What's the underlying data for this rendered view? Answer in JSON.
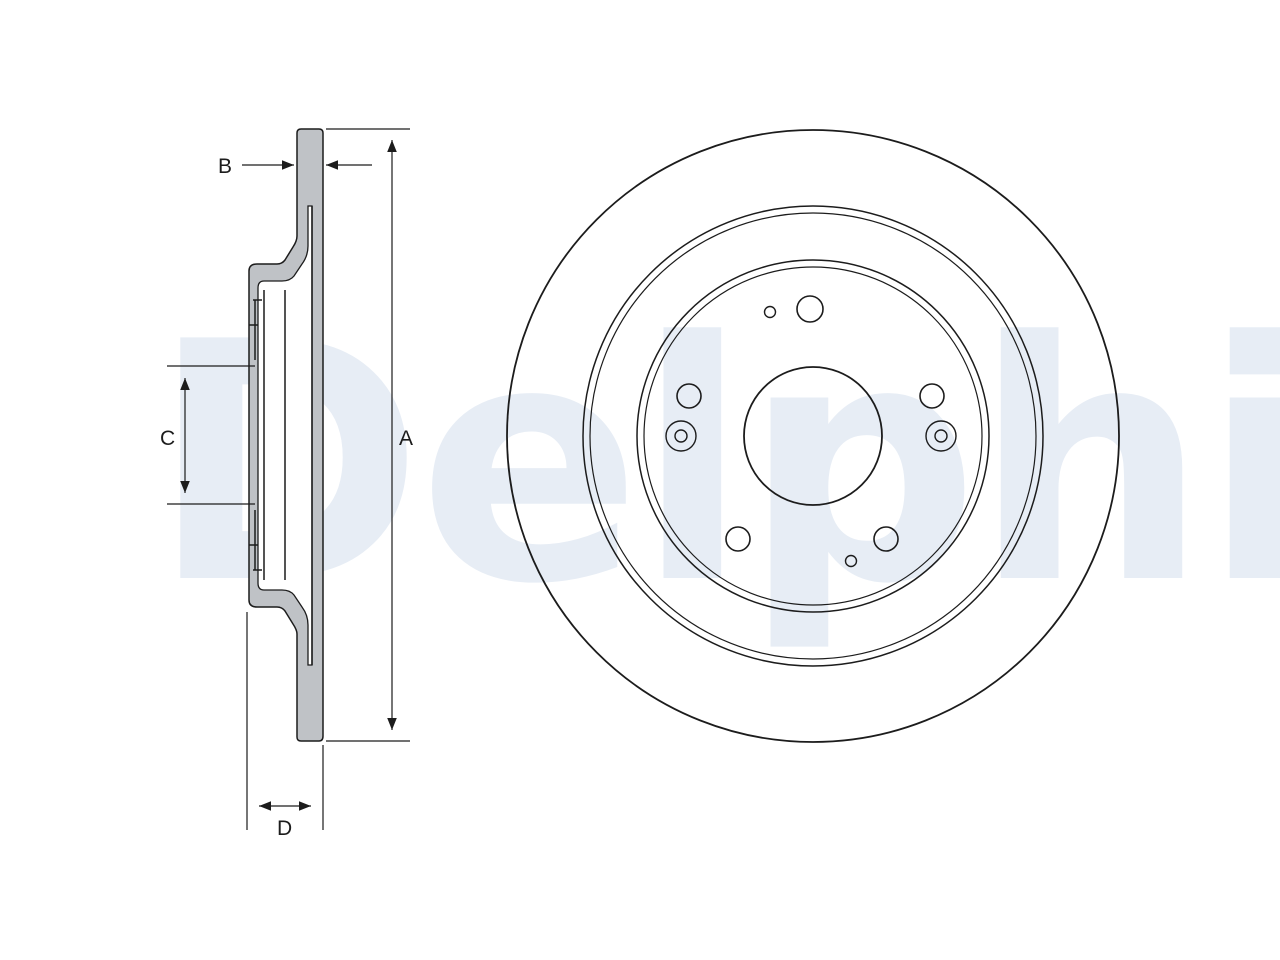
{
  "watermark": {
    "text": "Delphi",
    "color": "#e7edf5"
  },
  "dimensions": {
    "a": "A",
    "b": "B",
    "c": "C",
    "d": "D"
  },
  "colors": {
    "line": "#1c1c1c",
    "section_fill": "#bfc2c6",
    "background": "#ffffff"
  }
}
